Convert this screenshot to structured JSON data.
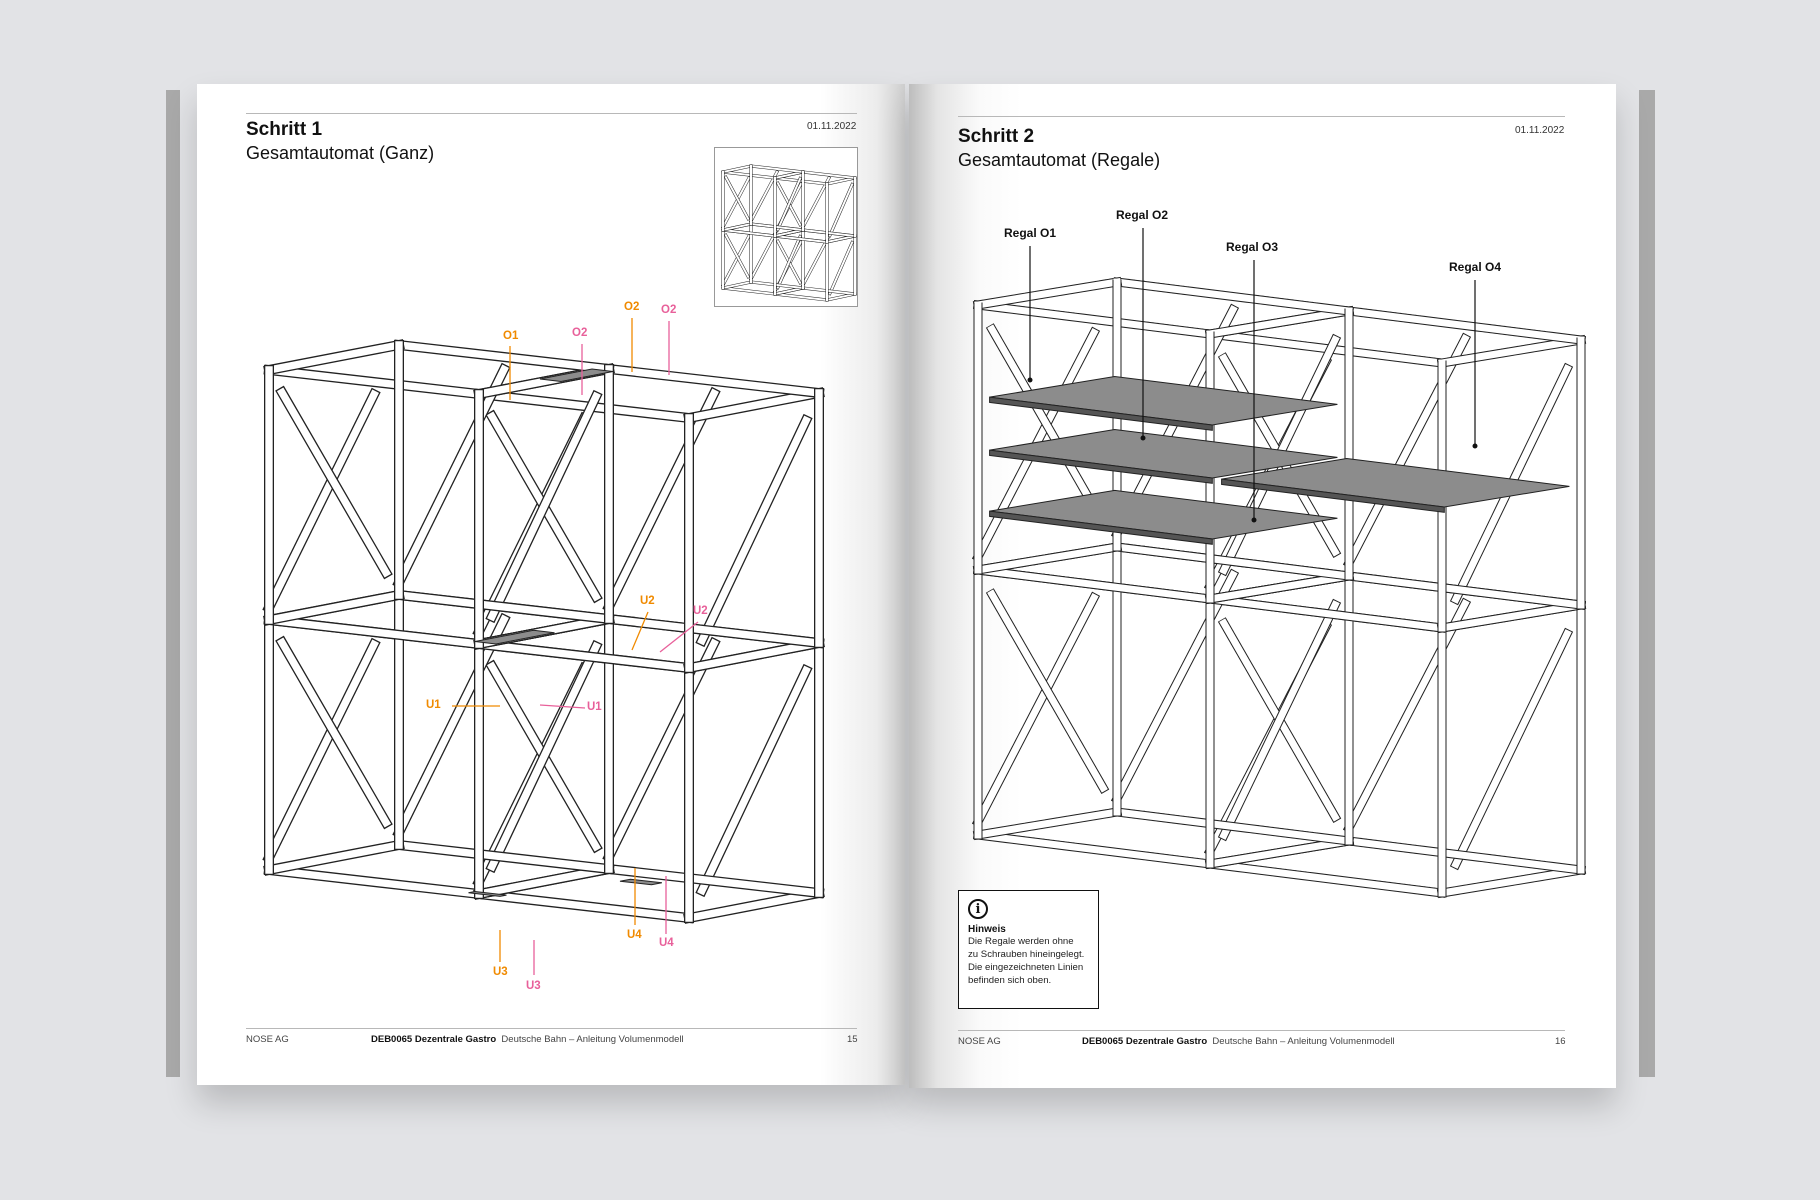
{
  "left_page": {
    "step_title": "Schritt 1",
    "step_subtitle": "Gesamtautomat (Ganz)",
    "date": "01.11.2022",
    "labels": [
      {
        "text": "O1",
        "color": "#f08a00"
      },
      {
        "text": "O2",
        "color": "#e8609a"
      },
      {
        "text": "O2",
        "color": "#f08a00"
      },
      {
        "text": "O2",
        "color": "#e8609a"
      },
      {
        "text": "U2",
        "color": "#f08a00"
      },
      {
        "text": "U2",
        "color": "#e8609a"
      },
      {
        "text": "U1",
        "color": "#f08a00"
      },
      {
        "text": "U1",
        "color": "#e8609a"
      },
      {
        "text": "U4",
        "color": "#f08a00"
      },
      {
        "text": "U4",
        "color": "#e8609a"
      },
      {
        "text": "U3",
        "color": "#f08a00"
      },
      {
        "text": "U3",
        "color": "#e8609a"
      }
    ],
    "footer": {
      "company": "NOSE AG",
      "project": "DEB0065 Dezentrale Gastro",
      "description": "Deutsche Bahn – Anleitung Volumenmodell",
      "page": "15"
    }
  },
  "right_page": {
    "step_title": "Schritt 2",
    "step_subtitle": "Gesamtautomat (Regale)",
    "date": "01.11.2022",
    "labels": [
      "Regal O1",
      "Regal O2",
      "Regal O3",
      "Regal O4"
    ],
    "hint": {
      "icon": "info-icon",
      "title": "Hinweis",
      "lines": [
        "Die Regale werden ohne",
        "zu Schrauben hineingelegt.",
        "Die eingezeichneten Linien",
        "befinden sich oben."
      ]
    },
    "footer": {
      "company": "NOSE AG",
      "project": "DEB0065 Dezentrale Gastro",
      "description": "Deutsche Bahn – Anleitung Volumenmodell",
      "page": "16"
    }
  },
  "colors": {
    "orange": "#f08a00",
    "pink": "#e8609a",
    "shelf": "#8c8c8c",
    "background": "#e2e3e6"
  }
}
